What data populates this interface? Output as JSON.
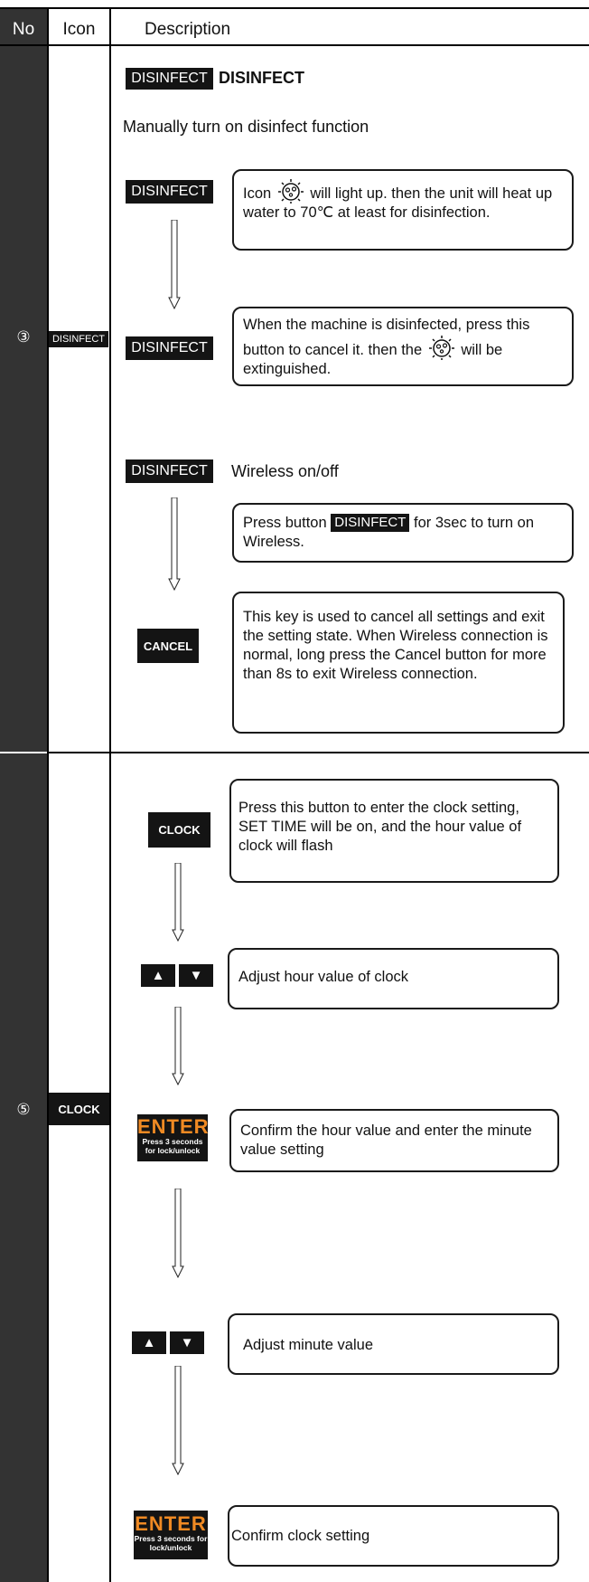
{
  "header": {
    "no": "No",
    "icon": "Icon",
    "description": "Description"
  },
  "row3": {
    "number": "③",
    "icon_label": "DISINFECT",
    "title_badge": "DISINFECT",
    "title": "DISINFECT",
    "subtitle": "Manually turn on disinfect function",
    "step1_badge": "DISINFECT",
    "step1_text_a": "Icon",
    "step1_text_b": "will light up.  then the unit will heat up water to 70℃ at least for disinfection.",
    "step2_badge": "DISINFECT",
    "step2_text_a": "When the machine is disinfected,  press this button to cancel it. then the",
    "step2_text_b": "will be extinguished.",
    "step3_badge": "DISINFECT",
    "step3_text": "Wireless on/off",
    "step4_text_a": "Press button",
    "step4_badge": "DISINFECT",
    "step4_text_b": "for 3sec to turn on Wireless.",
    "step5_badge": "CANCEL",
    "step5_text": "This key is used to cancel all settings and exit the setting state. When Wireless connection is normal, long press the Cancel button for more than 8s to exit Wireless connection."
  },
  "row5": {
    "number": "⑤",
    "icon_label": "CLOCK",
    "step1_badge": "CLOCK",
    "step1_text": "Press this button to enter the clock setting, SET TIME will be on, and the hour value of clock will flash",
    "step2_up": "▲",
    "step2_down": "▼",
    "step2_text": "Adjust hour value of clock",
    "step3_enter": "ENTER",
    "step3_enter_sub": "Press 3 seconds for lock/unlock",
    "step3_text": "Confirm the hour value and enter the minute value setting",
    "step4_up": "▲",
    "step4_down": "▼",
    "step4_text": "Adjust minute value",
    "step5_enter": "ENTER",
    "step5_enter_sub": "Press 3 seconds for lock/unlock",
    "step5_text": "Confirm clock setting"
  }
}
